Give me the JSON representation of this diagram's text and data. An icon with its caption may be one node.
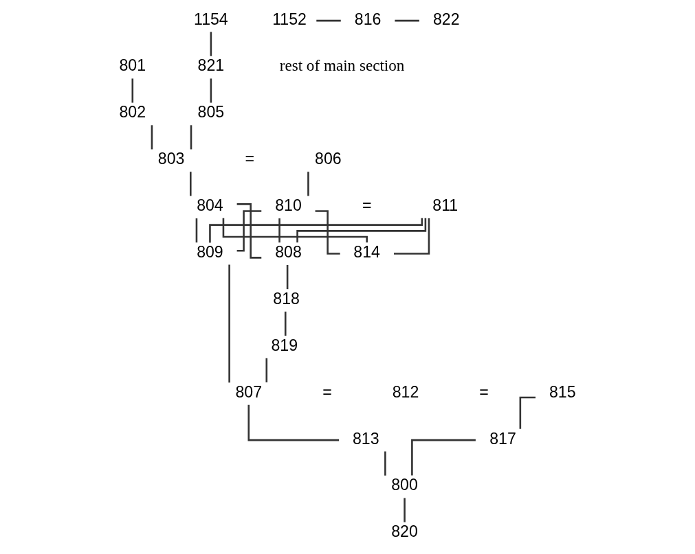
{
  "diagram": {
    "nodes": [
      {
        "text": [
          "1154"
        ]
      },
      {
        "text": [
          "801"
        ]
      },
      {
        "text": [
          "821"
        ]
      },
      {
        "text": [
          "802"
        ]
      },
      {
        "text": [
          "805"
        ]
      },
      {
        "text": [
          "803"
        ]
      },
      {
        "text": [
          "806"
        ]
      },
      {
        "text": [
          "804"
        ]
      },
      {
        "text": [
          "810"
        ]
      },
      {
        "text": [
          "811"
        ]
      },
      {
        "text": [
          "808"
        ]
      },
      {
        "text": [
          "814"
        ]
      },
      {
        "text": [
          "809"
        ]
      },
      {
        "text": [
          "818"
        ]
      },
      {
        "text": [
          "819"
        ]
      },
      {
        "text": [
          "807"
        ]
      },
      {
        "text": [
          "812"
        ]
      },
      {
        "text": [
          "815"
        ]
      },
      {
        "text": [
          "813"
        ]
      },
      {
        "text": [
          "817"
        ]
      },
      {
        "text": [
          "1152"
        ]
      },
      {
        "text": [
          "816"
        ]
      },
      {
        "text": [
          "822"
        ]
      },
      {
        "text": [
          "800"
        ]
      },
      {
        "text": [
          "820"
        ]
      }
    ],
    "edges": [
      {
        "from": 0,
        "to": 2,
        "arrow": "none"
      },
      {
        "from": 2,
        "to": 4,
        "arrow": "none"
      },
      {
        "from": 1,
        "to": 3,
        "arrow": "none"
      },
      {
        "from": 3,
        "to": 5,
        "arrow": "none"
      },
      {
        "from": 4,
        "to": 5,
        "arrow": "none"
      },
      {
        "from": 5,
        "to": 7,
        "arrow": "none"
      },
      {
        "from": 6,
        "to": 8,
        "arrow": "none"
      },
      {
        "from": 7,
        "to": 12,
        "arrow": "none"
      },
      {
        "from": 7,
        "to": 10,
        "arrow": "none"
      },
      {
        "from": 7,
        "to": 11,
        "arrow": "none"
      },
      {
        "from": 8,
        "to": 12,
        "arrow": "none"
      },
      {
        "from": 8,
        "to": 10,
        "arrow": "none"
      },
      {
        "from": 8,
        "to": 11,
        "arrow": "none"
      },
      {
        "from": 9,
        "to": 12,
        "arrow": "none"
      },
      {
        "from": 9,
        "to": 10,
        "arrow": "none"
      },
      {
        "from": 9,
        "to": 11,
        "arrow": "none"
      },
      {
        "from": 10,
        "to": 13,
        "arrow": "none"
      },
      {
        "from": 13,
        "to": 14,
        "arrow": "none"
      },
      {
        "from": 12,
        "to": 15,
        "arrow": "none"
      },
      {
        "from": 14,
        "to": 15,
        "arrow": "none"
      },
      {
        "from": 15,
        "to": 18,
        "arrow": "none"
      },
      {
        "from": 17,
        "to": 19,
        "arrow": "none"
      },
      {
        "from": 18,
        "to": 23,
        "arrow": "none"
      },
      {
        "from": 19,
        "to": 23,
        "arrow": "none"
      },
      {
        "from": 20,
        "to": 21,
        "arrow": "none"
      },
      {
        "from": 21,
        "to": 22,
        "arrow": "none"
      },
      {
        "from": 23,
        "to": 24,
        "arrow": "none"
      }
    ],
    "labels": [
      "rest of main section",
      "=",
      "=",
      "=",
      "="
    ]
  }
}
